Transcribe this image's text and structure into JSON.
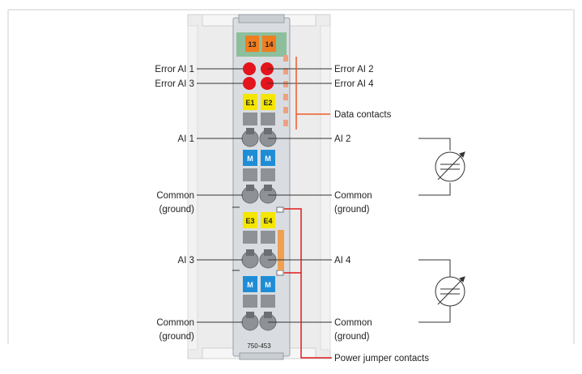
{
  "module": {
    "part_number": "750-453",
    "top_tags": [
      "13",
      "14"
    ],
    "leds": [
      "E1",
      "E2",
      "E3",
      "E4"
    ],
    "mass_tags": [
      "M",
      "M",
      "M",
      "M"
    ]
  },
  "labels_left": {
    "error1": "Error AI 1",
    "error3": "Error AI 3",
    "ai1": "AI 1",
    "common1_line1": "Common",
    "common1_line2": "(ground)",
    "ai3": "AI 3",
    "common2_line1": "Common",
    "common2_line2": "(ground)"
  },
  "labels_right": {
    "error2": "Error AI 2",
    "error4": "Error AI 4",
    "data_contacts": "Data contacts",
    "ai2": "AI 2",
    "common1_line1": "Common",
    "common1_line2": "(ground)",
    "ai4": "AI 4",
    "common2_line1": "Common",
    "common2_line2": "(ground)",
    "power_jumper": "Power jumper contacts"
  },
  "colors": {
    "module_body": "#d9dde1",
    "module_edge": "#b9bec3",
    "orange_tag": "#f07d1e",
    "green_strip": "#8dbf9c",
    "red_led": "#e3141b",
    "yellow_tag": "#f5e600",
    "blue_tag": "#1f8dd6",
    "gray_slot": "#8e9297",
    "lead_line": "#333333",
    "data_contact_line": "#f05a28",
    "power_jumper_line": "#e01b1b",
    "jumper_orange": "#f0a050"
  },
  "icons": [
    "variable-resistor-icon",
    "variable-resistor-icon"
  ]
}
